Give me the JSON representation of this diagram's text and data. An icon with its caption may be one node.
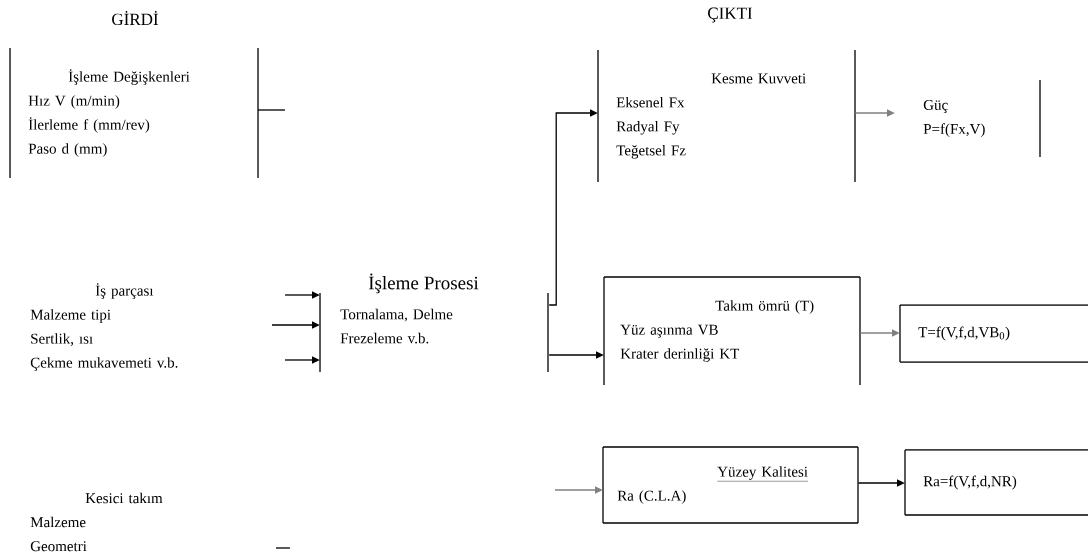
{
  "diagram": {
    "nodes": [
      {
        "text": [
          "İşleme Değişkenleri",
          "Hız V (m/min)",
          "İlerleme f (mm/rev)",
          "Paso d (mm)"
        ]
      },
      {
        "text": [
          "İş parçası",
          "Malzeme tipi",
          "Sertlik, ısı",
          "Çekme mukavemeti v.b."
        ]
      },
      {
        "text": [
          "Kesici takım",
          "Malzeme",
          "Geometri"
        ]
      },
      {
        "text": [
          "İşleme Prosesi",
          "Tornalama, Delme Frezeleme v.b."
        ]
      },
      {
        "text": [],
        "shape": "bar"
      },
      {
        "text": [
          "Kesme Kuvveti",
          "Eksenel Fx",
          "Radyal Fy",
          "Teğetsel Fz"
        ]
      },
      {
        "text": [
          "Güç",
          "P=f(Fx,V)"
        ]
      },
      {
        "text": [
          "Takım ömrü (T)",
          "Yüz aşınma VB",
          "Krater derinliği KT"
        ]
      },
      {
        "text": [
          "T=f(V,f,d,VB$_{0}$)"
        ]
      },
      {
        "text": [
          "Yüzey Kalitesi",
          "Ra (C.L.A)"
        ]
      },
      {
        "text": [
          "Ra=f(V,f,d,NR)"
        ]
      }
    ],
    "edges": [
      {
        "from": null,
        "to": 3,
        "arrow": "to"
      },
      {
        "from": null,
        "to": 3,
        "arrow": "to"
      },
      {
        "from": null,
        "to": 3,
        "arrow": "to"
      },
      {
        "from": 4,
        "to": 5,
        "arrow": "to"
      },
      {
        "from": 4,
        "to": 7,
        "arrow": "to"
      },
      {
        "from": 5,
        "to": 6,
        "arrow": "to",
        "color": "#808080"
      },
      {
        "from": 7,
        "to": 8,
        "arrow": "to",
        "color": "#808080"
      },
      {
        "from": null,
        "to": 9,
        "arrow": "to",
        "color": "#808080"
      },
      {
        "from": 9,
        "to": 10,
        "arrow": "to"
      }
    ],
    "labels": [
      "GİRDİ",
      "ÇIKTI"
    ]
  }
}
